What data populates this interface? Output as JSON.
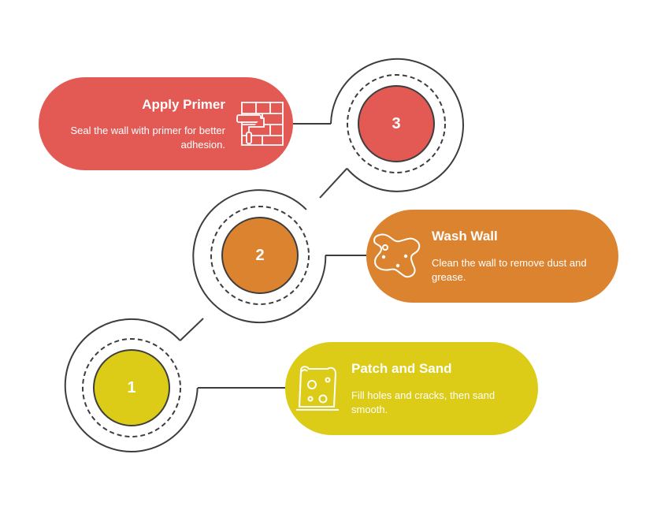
{
  "steps": [
    {
      "number": "1",
      "title": "Patch and Sand",
      "description": "Fill holes and cracks, then sand smooth.",
      "color": "#dccb17",
      "icon": "cheese-block-icon"
    },
    {
      "number": "2",
      "title": "Wash Wall",
      "description": "Clean the wall to remove dust and grease.",
      "color": "#dc8330",
      "icon": "sponge-icon"
    },
    {
      "number": "3",
      "title": "Apply Primer",
      "description": "Seal the wall with primer for better adhesion.",
      "color": "#e35a55",
      "icon": "paint-roller-wall-icon"
    }
  ],
  "colors": {
    "line": "#3d3d3d",
    "background": "#ffffff"
  }
}
